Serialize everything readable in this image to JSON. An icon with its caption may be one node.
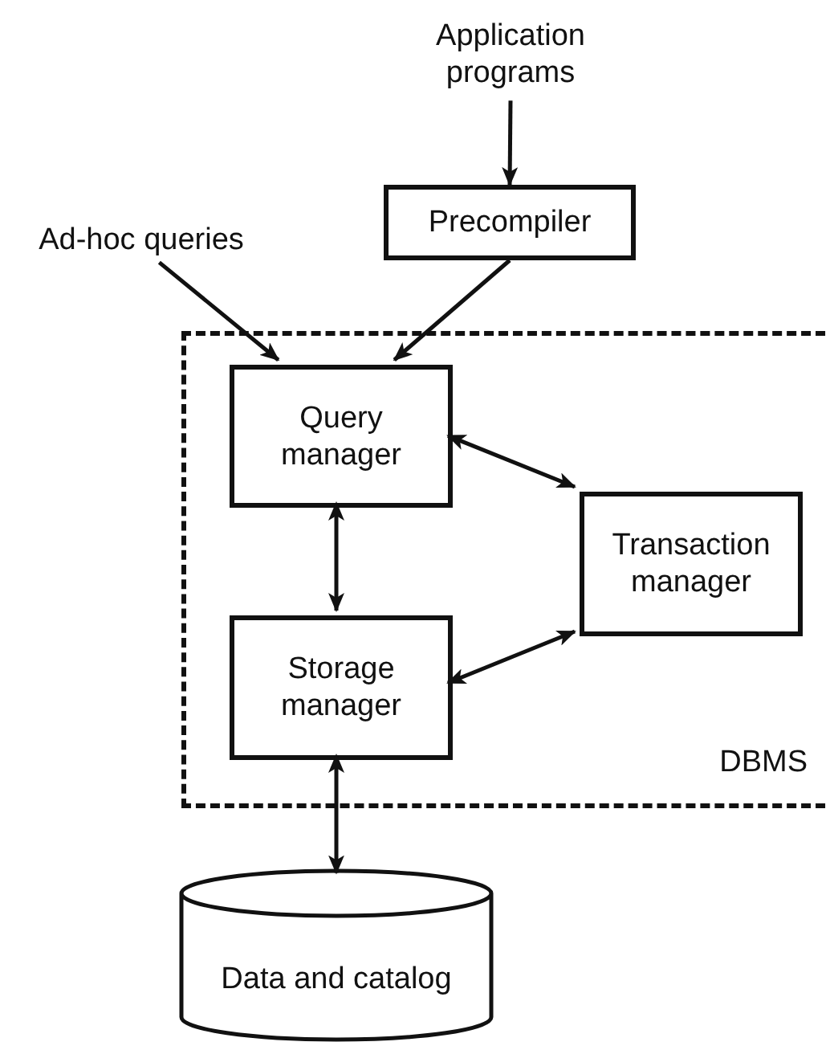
{
  "diagram": {
    "nodes": [
      {
        "text": [
          "Application programs"
        ]
      },
      {
        "text": [
          "Precompiler"
        ]
      },
      {
        "text": [
          "Ad-hoc queries"
        ]
      },
      {
        "text": [
          "DBMS"
        ]
      },
      {
        "text": [
          "Query manager"
        ],
        "in": 3
      },
      {
        "text": [
          "Transaction manager"
        ],
        "in": 3
      },
      {
        "text": [
          "Storage manager"
        ],
        "in": 3
      },
      {
        "text": [
          "Data and catalog"
        ]
      }
    ],
    "edges": [
      {
        "from": 0,
        "to": 1,
        "arrow": "to"
      },
      {
        "from": 2,
        "to": 4,
        "arrow": "to"
      },
      {
        "from": 1,
        "to": 4,
        "arrow": "to"
      },
      {
        "from": 4,
        "to": 5,
        "arrow": "both"
      },
      {
        "from": 4,
        "to": 6,
        "arrow": "both"
      },
      {
        "from": 6,
        "to": 5,
        "arrow": "both"
      },
      {
        "from": 6,
        "to": 7,
        "arrow": "both"
      }
    ]
  }
}
